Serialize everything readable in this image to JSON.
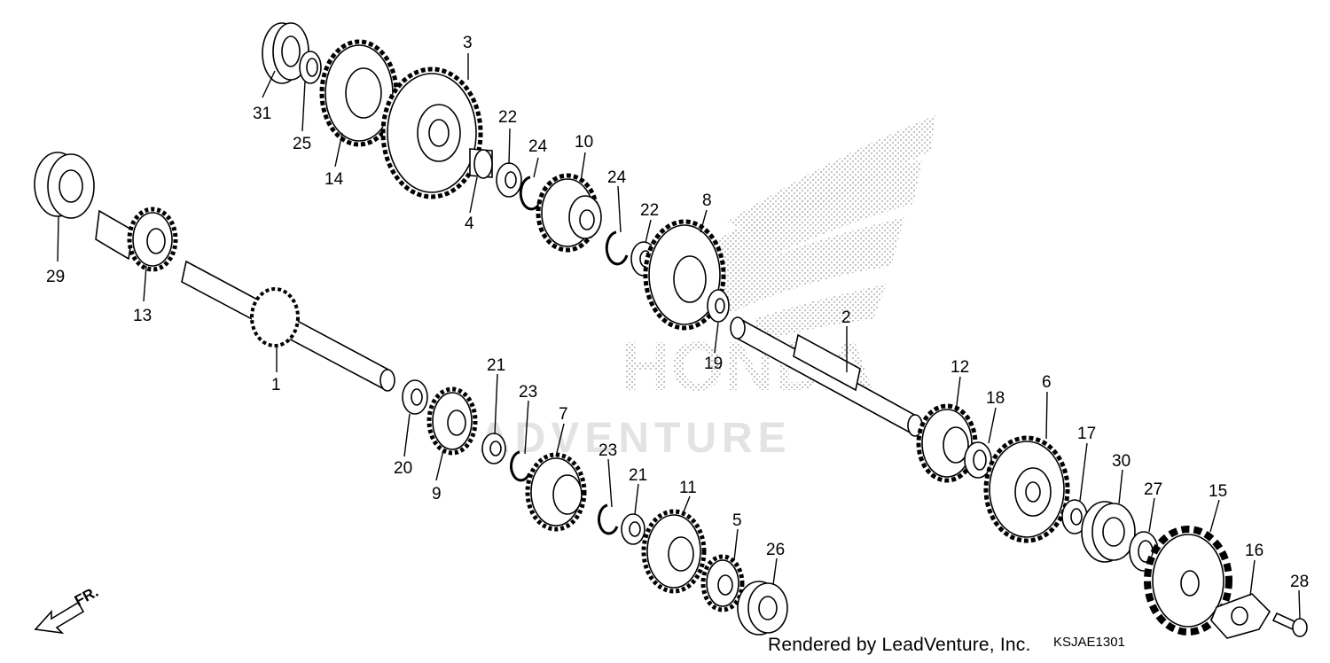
{
  "diagram": {
    "callouts": [
      {
        "id": "c1",
        "label": "1"
      },
      {
        "id": "c2",
        "label": "2"
      },
      {
        "id": "c3",
        "label": "3"
      },
      {
        "id": "c4",
        "label": "4"
      },
      {
        "id": "c5",
        "label": "5"
      },
      {
        "id": "c6",
        "label": "6"
      },
      {
        "id": "c7",
        "label": "7"
      },
      {
        "id": "c8",
        "label": "8"
      },
      {
        "id": "c9",
        "label": "9"
      },
      {
        "id": "c10",
        "label": "10"
      },
      {
        "id": "c11",
        "label": "11"
      },
      {
        "id": "c12",
        "label": "12"
      },
      {
        "id": "c13",
        "label": "13"
      },
      {
        "id": "c14",
        "label": "14"
      },
      {
        "id": "c15",
        "label": "15"
      },
      {
        "id": "c16",
        "label": "16"
      },
      {
        "id": "c17",
        "label": "17"
      },
      {
        "id": "c18",
        "label": "18"
      },
      {
        "id": "c19",
        "label": "19"
      },
      {
        "id": "c20",
        "label": "20"
      },
      {
        "id": "c21a",
        "label": "21"
      },
      {
        "id": "c21b",
        "label": "21"
      },
      {
        "id": "c22a",
        "label": "22"
      },
      {
        "id": "c22b",
        "label": "22"
      },
      {
        "id": "c23a",
        "label": "23"
      },
      {
        "id": "c23b",
        "label": "23"
      },
      {
        "id": "c24a",
        "label": "24"
      },
      {
        "id": "c24b",
        "label": "24"
      },
      {
        "id": "c25",
        "label": "25"
      },
      {
        "id": "c26",
        "label": "26"
      },
      {
        "id": "c27",
        "label": "27"
      },
      {
        "id": "c28",
        "label": "28"
      },
      {
        "id": "c29",
        "label": "29"
      },
      {
        "id": "c30",
        "label": "30"
      },
      {
        "id": "c31",
        "label": "31"
      }
    ],
    "direction_label": "FR.",
    "watermark": {
      "brand": "HONDA",
      "dealer": "ADVENTURE"
    }
  },
  "footer": {
    "credit": "Rendered by LeadVenture, Inc.",
    "code": "KSJAE1301"
  },
  "colors": {
    "ink": "#000000",
    "watermark": "#d9d9d9",
    "paper": "#ffffff"
  }
}
